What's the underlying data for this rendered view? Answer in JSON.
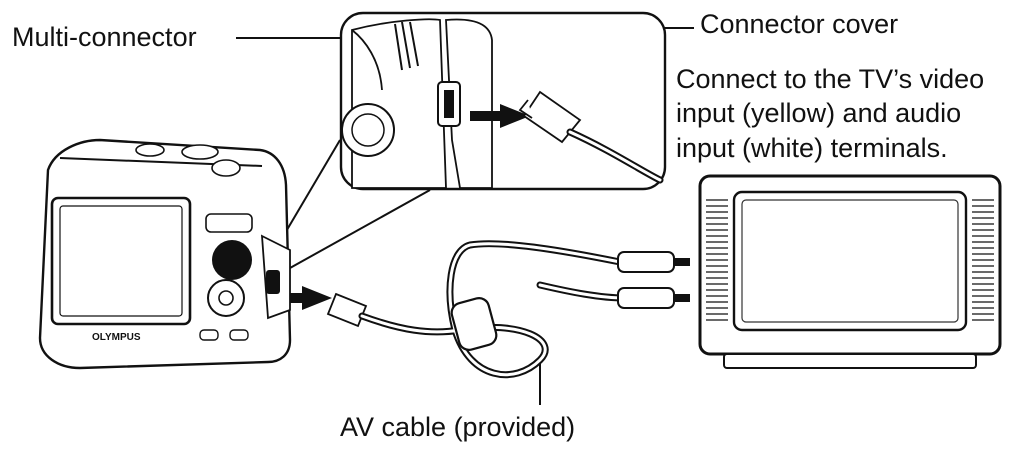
{
  "labels": {
    "multi_connector": "Multi-connector",
    "connector_cover": "Connector cover",
    "tv_note": [
      "Connect to the TV’s video",
      "input (yellow) and audio",
      "input (white) terminals."
    ],
    "av_cable": "AV cable (provided)",
    "brand": "OLYMPUS"
  },
  "colors": {
    "ink": "#111111",
    "paper": "#ffffff",
    "tv_screen_edge": "#333333"
  },
  "icons": [
    "camera-illustration",
    "tv-illustration",
    "av-cable-illustration",
    "insert-arrow-icon"
  ]
}
